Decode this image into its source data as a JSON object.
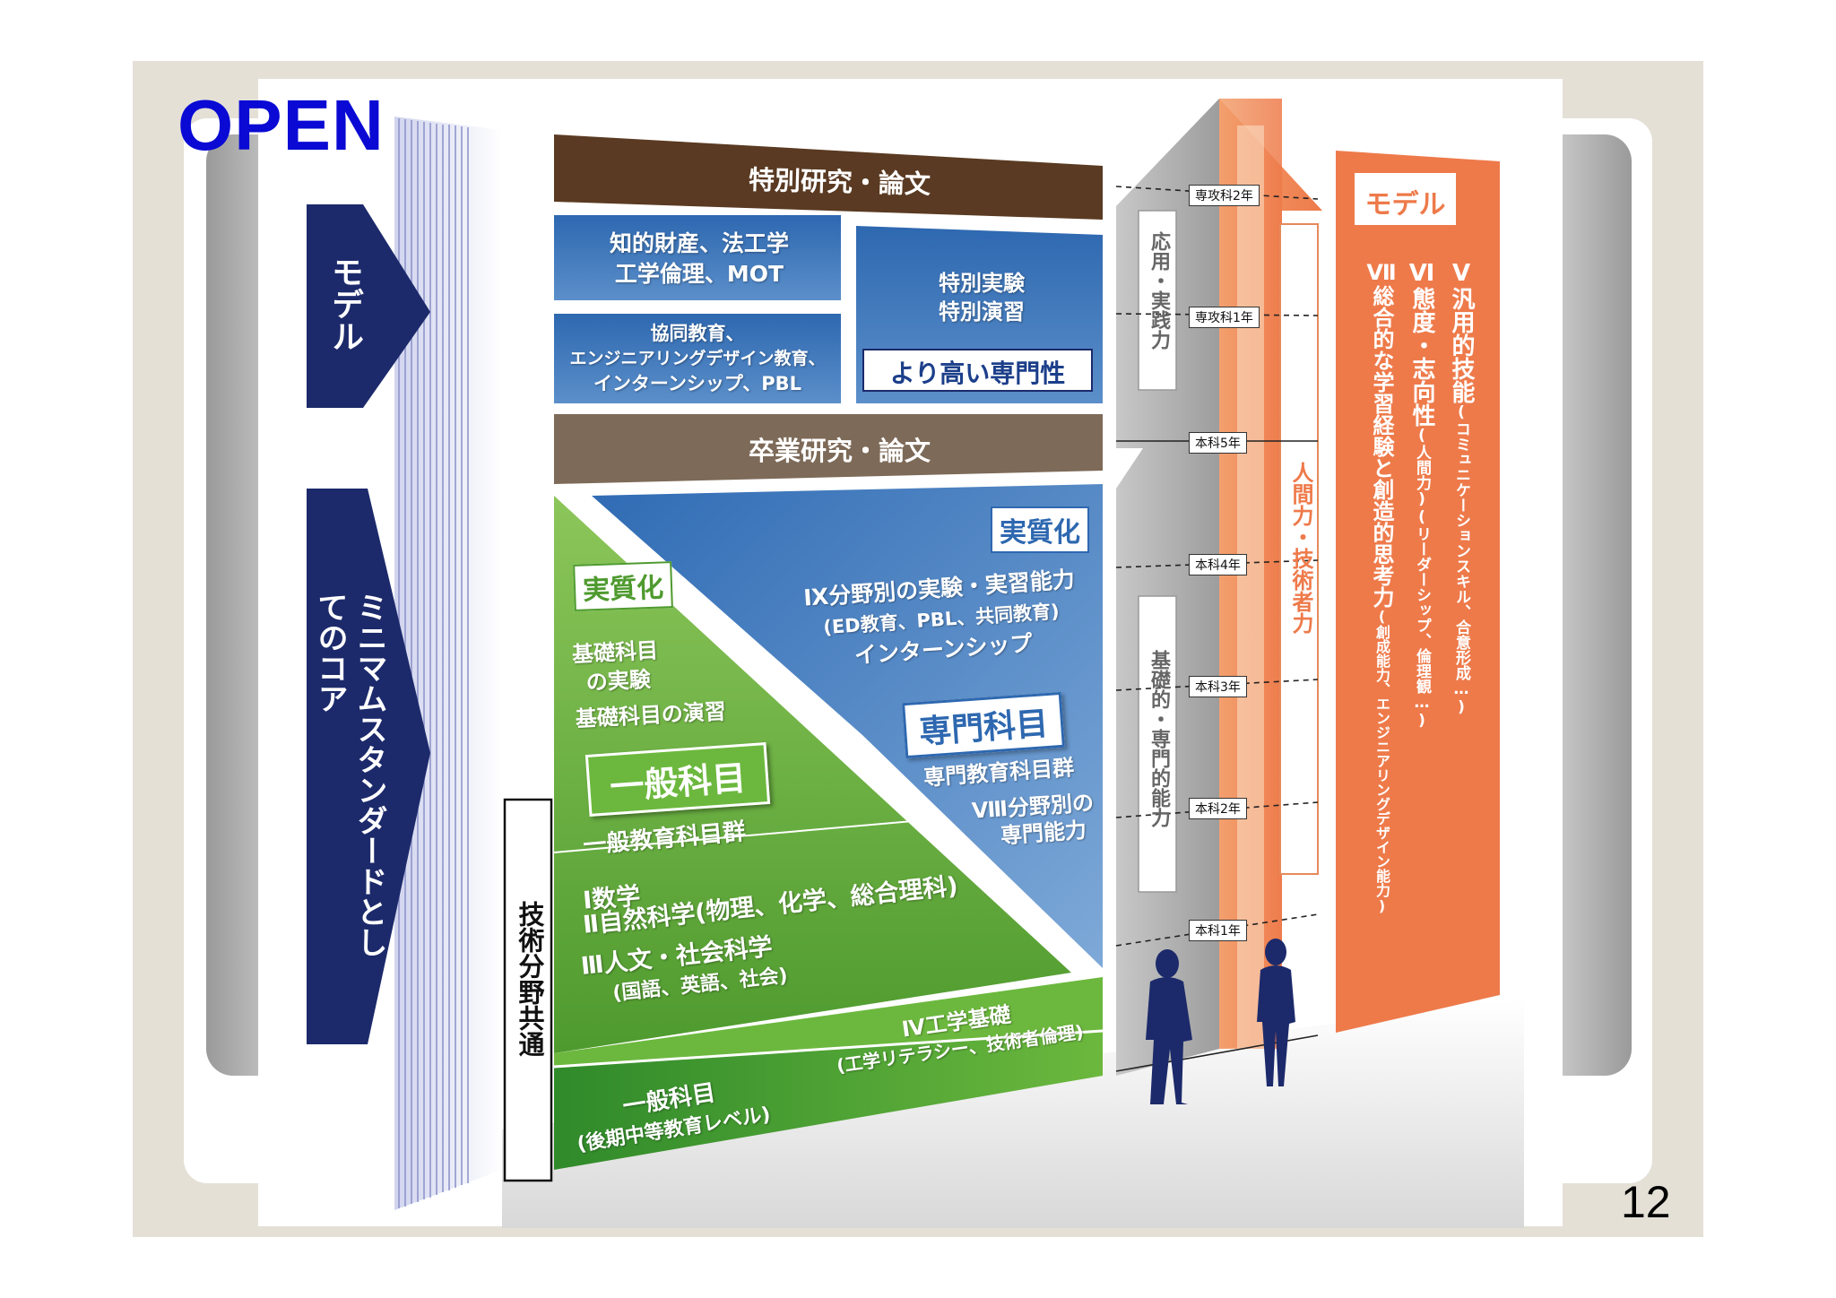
{
  "header": {
    "status_label": "OPEN"
  },
  "page_number": "12",
  "left_labels": {
    "model": "モデル",
    "minimum_standard": "ミニマムスタンダードとしてのコア",
    "common_field": "技術分野共通"
  },
  "blocks": {
    "special_research": "特別研究・論文",
    "ip_law": [
      "知的財産、法工学",
      "工学倫理、MOT"
    ],
    "coop_education": [
      "協同教育、",
      "エンジニアリングデザイン教育、",
      "インターンシップ、PBL"
    ],
    "special_experiment": [
      "特別実験",
      "特別演習"
    ],
    "higher_specialty": "より高い専門性",
    "graduation_research": "卒業研究・論文",
    "substantiation_right": "実質化",
    "substantiation_left": "実質化",
    "field_experiment": [
      "Ⅸ分野別の実験・実習能力",
      "(ED教育、PBL、共同教育)",
      "インターンシップ"
    ],
    "basic_experiment": [
      "基礎科目",
      "の実験",
      "基礎科目の演習"
    ],
    "specialized_subjects": "専門科目",
    "specialized_group": "専門教育科目群",
    "field_specialty": [
      "Ⅷ分野別の",
      "専門能力"
    ],
    "general_subjects": "一般科目",
    "general_group": "一般教育科目群",
    "math": "Ⅰ数学",
    "natural_science": "Ⅱ自然科学(物理、化学、総合理科)",
    "humanities": [
      "Ⅲ人文・社会科学",
      "(国語、英語、社会)"
    ],
    "engineering_basics": [
      "Ⅳ工学基礎",
      "(工学リテラシー、技術者倫理)"
    ],
    "general_secondary": [
      "一般科目",
      "(後期中等教育レベル)"
    ]
  },
  "arrows": {
    "applied": "応用・実践力",
    "basic": "基礎的・専門的能力",
    "human": "人間力・技術者力"
  },
  "year_tags": [
    "専攻科2年",
    "専攻科1年",
    "本科5年",
    "本科4年",
    "本科3年",
    "本科2年",
    "本科1年"
  ],
  "model_panel": {
    "title": "モデル",
    "items": [
      {
        "num": "Ⅴ",
        "main": "汎用的技能",
        "sub": "(コミュニケーションスキル、合意形成…)"
      },
      {
        "num": "Ⅵ",
        "main": "態度・志向性",
        "sub": "(人間力)(リーダーシップ、倫理観…)"
      },
      {
        "num": "Ⅶ",
        "main": "総合的な学習経験と創造的思考力",
        "sub": "(創成能力、エンジニアリングデザイン能力)"
      }
    ]
  },
  "colors": {
    "navy": "#1c2a6b",
    "brown": "#5a3a22",
    "brown_light": "#7d6a58",
    "blue": "#3a73b8",
    "green": "#5fa83a",
    "orange": "#ee7a4a",
    "open_blue": "#0a0ad4"
  }
}
